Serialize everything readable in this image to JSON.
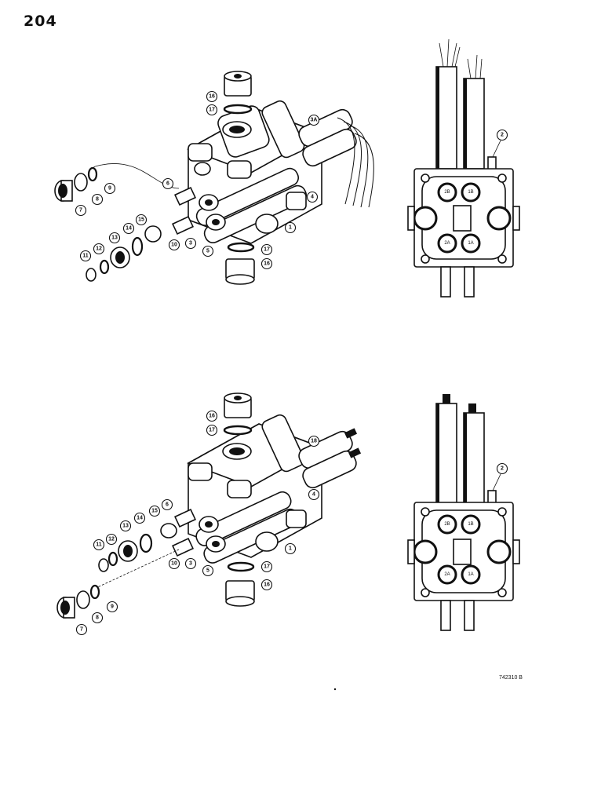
{
  "page": {
    "number": "204",
    "drawing_id": "742310 B"
  },
  "upper_view": {
    "callouts": [
      "16",
      "17",
      "3A",
      "6",
      "4",
      "1",
      "7",
      "8",
      "9",
      "15",
      "14",
      "13",
      "12",
      "11",
      "10",
      "3",
      "5",
      "17",
      "16"
    ],
    "end_view": {
      "callout": "2",
      "ports": [
        "2B",
        "1B",
        "2A",
        "1A"
      ]
    }
  },
  "lower_view": {
    "callouts": [
      "16",
      "17",
      "18",
      "4",
      "6",
      "15",
      "14",
      "13",
      "12",
      "11",
      "10",
      "3",
      "5",
      "1",
      "17",
      "16",
      "7",
      "8",
      "9"
    ],
    "end_view": {
      "callout": "2",
      "ports": [
        "2B",
        "1B",
        "2A",
        "1A"
      ]
    }
  }
}
